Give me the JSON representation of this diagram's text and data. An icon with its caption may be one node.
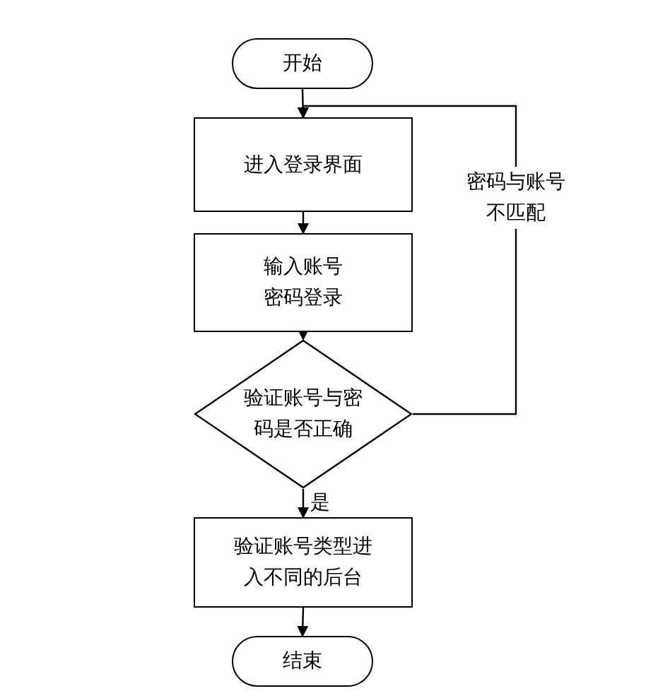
{
  "diagram": {
    "nodes": [
      {
        "text": [
          "开始"
        ]
      },
      {
        "text": [
          "进入登录界面"
        ]
      },
      {
        "text": [
          "输入账号密码登录"
        ]
      },
      {
        "text": [
          "验证账号与密码是否正确"
        ]
      },
      {
        "text": [
          "验证账号类型进入不同的后台"
        ]
      },
      {
        "text": [
          "结束"
        ]
      }
    ],
    "edges": [
      {
        "from": 0,
        "to": 1,
        "arrow": "to"
      },
      {
        "from": 1,
        "to": 2,
        "arrow": "to"
      },
      {
        "from": 2,
        "to": 3,
        "arrow": "to"
      },
      {
        "from": 3,
        "to": 4,
        "arrow": "to",
        "label": "是"
      },
      {
        "from": 4,
        "to": 5,
        "arrow": "to"
      },
      {
        "from": 3,
        "to": 1,
        "arrow": "to",
        "label": "密码与账号不匹配"
      }
    ]
  }
}
